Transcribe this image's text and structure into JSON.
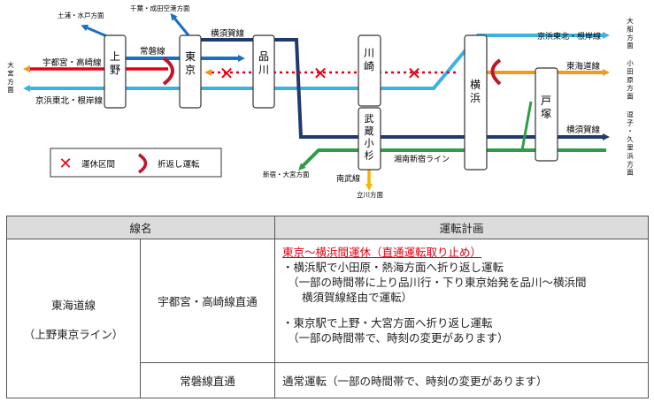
{
  "stations": {
    "ueno": "上\n野",
    "tokyo": "東\n京",
    "shinagawa": "品\n川",
    "kawasaki": "川\n崎",
    "musashikosugi": "武\n蔵\n小\n杉",
    "yokohama": "横\n浜",
    "totsuka": "戸\n塚"
  },
  "lines": {
    "joban": "常磐線",
    "yokosuka_top": "横須賀線",
    "utsunomiya_takasaki": "宇都宮・高崎線",
    "keihin_left": "京浜東北・根岸線",
    "keihin_right": "京浜東北・根岸線",
    "tokaido": "東海道線",
    "yokosuka_right": "横須賀線",
    "shonan_shinjuku": "湘南新宿ライン",
    "nambu": "南武線"
  },
  "directions": {
    "tsuchiura_mito": "土浦・水戸方面",
    "chiba_narita": "千葉・成田空港方面",
    "omiya": "大\n宮\n方\n面",
    "ofuna": "大\n船\n方\n面",
    "odawara": "小\n田\n原\n方\n面",
    "zushi_kurihama": "逗\n子\n・\n久\n里\n浜\n方\n面",
    "shinjuku_omiya": "新宿・大宮方面",
    "tachikawa": "立川方面"
  },
  "legend": {
    "suspended": "運休区間",
    "turnback": "折返し運転"
  },
  "colors": {
    "yokosuka": "#1f3a6e",
    "tokaido": "#f39a1e",
    "keihin": "#3cb2e0",
    "shonan": "#2e9d47",
    "joban": "#1f6fbf",
    "suspended": "#e60012",
    "nambu": "#f7b500"
  },
  "table": {
    "headers": [
      "線名",
      "運転計画"
    ],
    "line_name": "東海道線",
    "line_sub": "（上野東京ライン）",
    "rows": [
      {
        "label": "宇都宮・高崎線直通",
        "headline": "東京～横浜間運休（直通運転取り止め）",
        "p1": "・横浜駅で小田原・熱海方面へ折り返し運転",
        "p2": "（一部の時間帯に上り品川行・下り東京始発を品川～横浜間",
        "p3": "横須賀線経由で運転）",
        "p4": "・東京駅で上野・大宮方面へ折り返し運転",
        "p5": "（一部の時間帯で、時刻の変更があります）"
      },
      {
        "label": "常磐線直通",
        "p1": "通常運転（一部の時間帯で、時刻の変更があります）"
      }
    ]
  }
}
